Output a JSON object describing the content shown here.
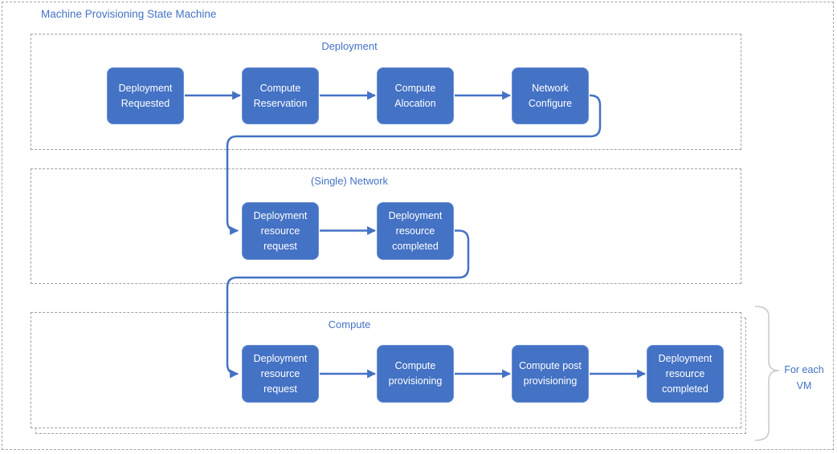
{
  "title": "Machine Provisioning State Machine",
  "colors": {
    "accent_blue": "#4472c4",
    "node_fill": "#4472c4",
    "node_text": "#ffffff",
    "dashed_border_gray": "#a6a6a6",
    "brace_gray": "#c9c9c9"
  },
  "sections": [
    {
      "label": "Deployment",
      "nodes": [
        "Deployment Requested",
        "Compute Reservation",
        "Compute Alocation",
        "Network Configure"
      ]
    },
    {
      "label": "(Single) Network",
      "nodes": [
        "Deployment resource request",
        "Deployment resource completed"
      ]
    },
    {
      "label": "Compute",
      "nodes": [
        "Deployment resource request",
        "Compute provisioning",
        "Compute post provisioning",
        "Deployment resource completed"
      ]
    }
  ],
  "annotation": {
    "line1": "For each",
    "line2": "VM"
  }
}
